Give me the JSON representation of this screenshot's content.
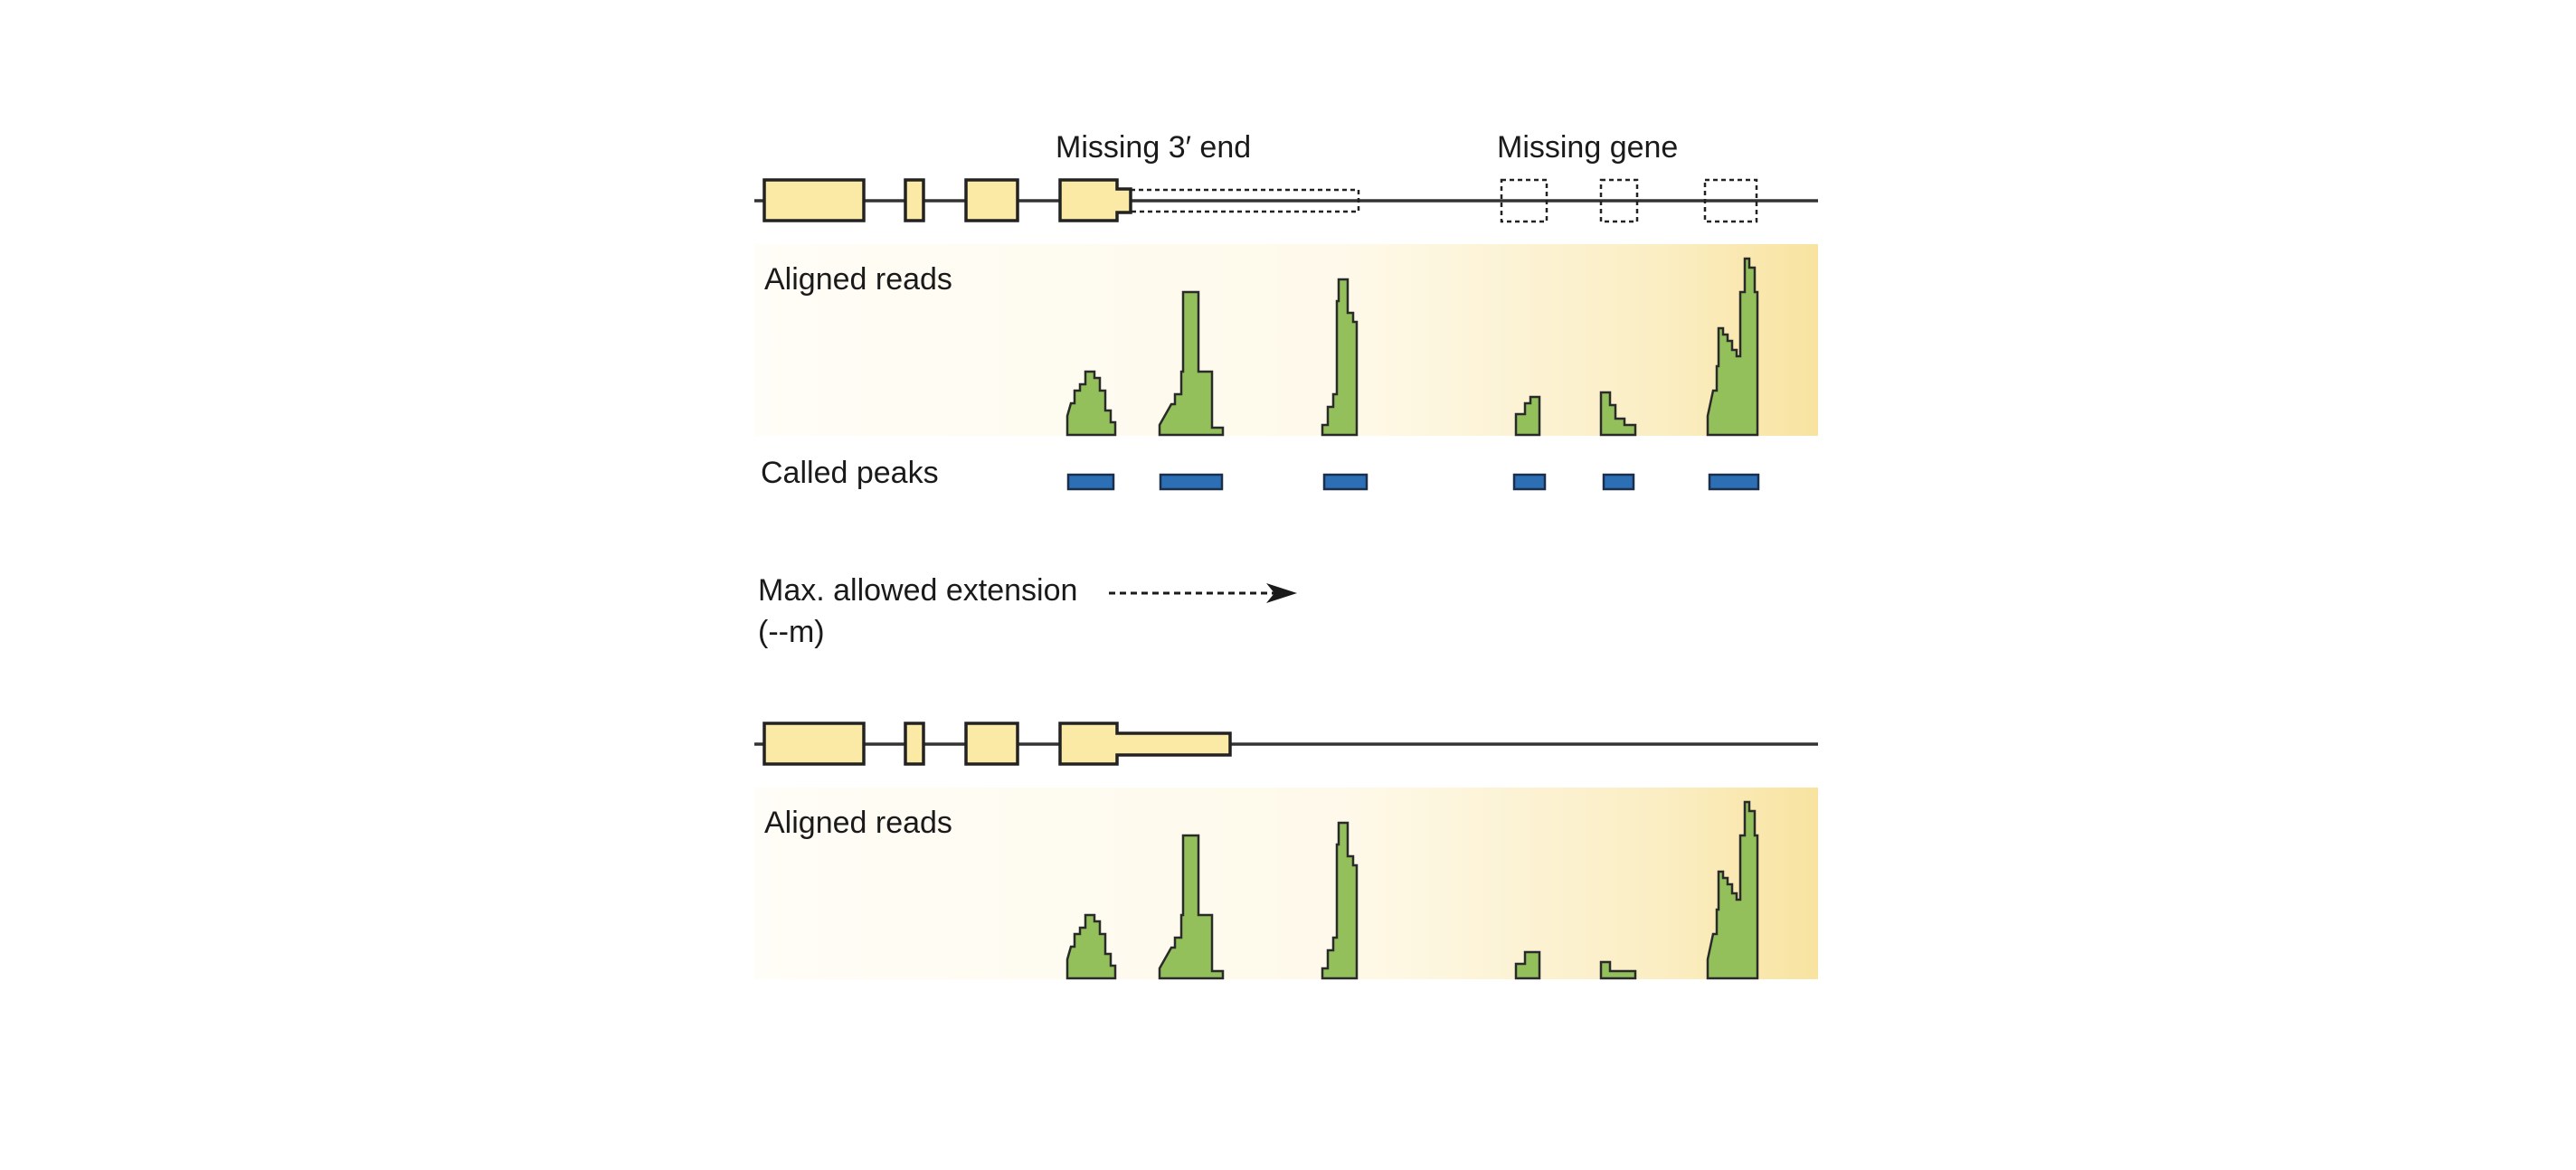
{
  "labels": {
    "missing_3prime": "Missing 3′ end",
    "missing_gene": "Missing gene",
    "aligned_reads_top": "Aligned reads",
    "called_peaks": "Called peaks",
    "max_extension_line1": "Max. allowed extension",
    "max_extension_line2": "(--m)",
    "aligned_reads_bottom": "Aligned reads"
  },
  "colors": {
    "exon_fill": "#fbe9a6",
    "read_fill": "#93c05a",
    "peak_fill": "#2d6fb5",
    "gradient_start": "#fffdf7",
    "gradient_end": "#f8e3a0"
  }
}
